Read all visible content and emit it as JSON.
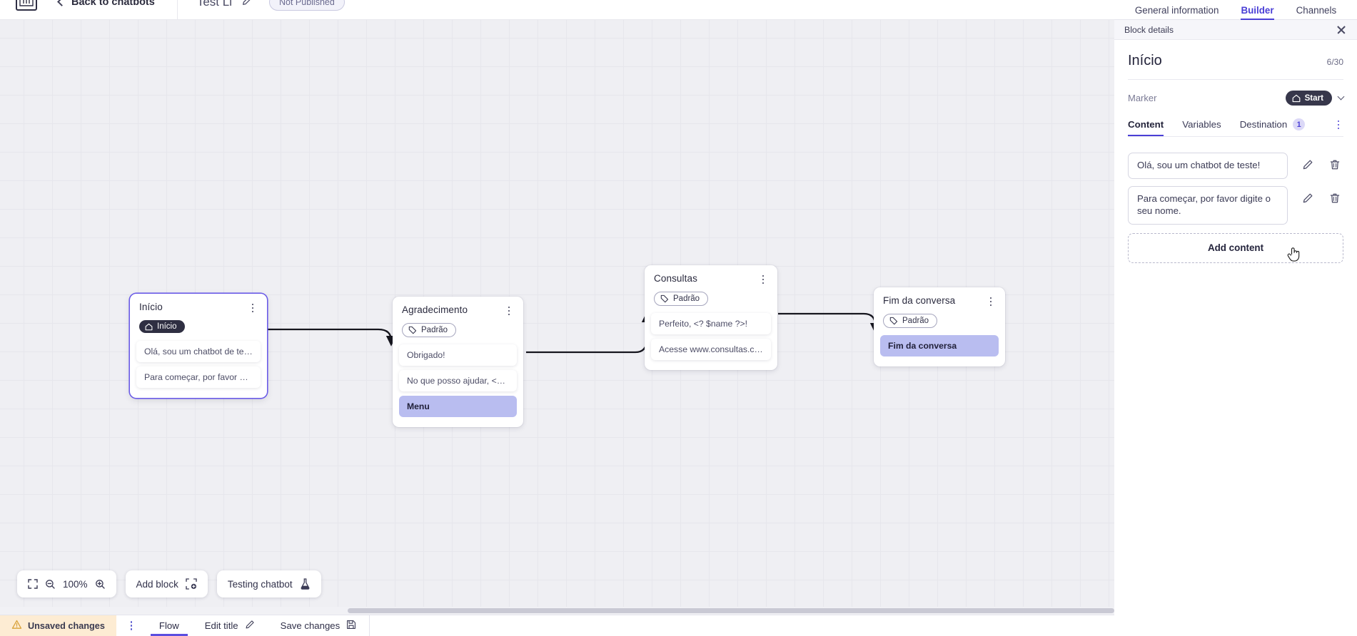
{
  "topbar": {
    "logo": "chatbot-logo",
    "back_label": "Back to chatbots",
    "bot_title": "Test Li",
    "edit_icon": "pencil-icon",
    "status_badge": "Not Published"
  },
  "canvas": {
    "zoom_level": "100%",
    "fit_icon": "fit-screen-icon",
    "zoom_out_icon": "zoom-out-icon",
    "zoom_in_icon": "zoom-in-icon",
    "add_block_label": "Add block",
    "add_block_icon": "add-block-icon",
    "testing_label": "Testing chatbot",
    "testing_icon": "flask-icon",
    "nodes": [
      {
        "id": "inicio",
        "title": "Início",
        "tag": "Início",
        "tag_type": "start",
        "selected": true,
        "messages": [
          {
            "text": "Olá, sou um chatbot de teste!",
            "highlight": false
          },
          {
            "text": "Para começar, por favor digite o ...",
            "highlight": false
          }
        ]
      },
      {
        "id": "agradecimento",
        "title": "Agradecimento",
        "tag": "Padrão",
        "tag_type": "default",
        "selected": false,
        "messages": [
          {
            "text": "Obrigado!",
            "highlight": false
          },
          {
            "text": "No que posso ajudar, <? $name ...",
            "highlight": false
          },
          {
            "text": "Menu",
            "highlight": true
          }
        ]
      },
      {
        "id": "consultas",
        "title": "Consultas",
        "tag": "Padrão",
        "tag_type": "default",
        "selected": false,
        "messages": [
          {
            "text": "Perfeito, <? $name ?>!",
            "highlight": false
          },
          {
            "text": "Acesse www.consultas.com par...",
            "highlight": false
          }
        ]
      },
      {
        "id": "fim",
        "title": "Fim da conversa",
        "tag": "Padrão",
        "tag_type": "default",
        "selected": false,
        "messages": [
          {
            "text": "Fim da conversa",
            "highlight": true
          }
        ]
      }
    ]
  },
  "statusbar": {
    "unsaved_label": "Unsaved changes",
    "warning_icon": "warning-triangle-icon",
    "kebab_icon": "kebab-menu-icon",
    "flow_label": "Flow",
    "edit_title_label": "Edit title",
    "edit_title_icon": "pencil-icon",
    "save_label": "Save changes",
    "save_icon": "floppy-disk-icon"
  },
  "right_panel": {
    "tabs": [
      {
        "label": "General information",
        "active": false
      },
      {
        "label": "Builder",
        "active": true
      },
      {
        "label": "Channels",
        "active": false
      }
    ],
    "block_details_label": "Block details",
    "close_icon": "close-icon",
    "block_title": "Início",
    "block_count": "6/30",
    "marker_label": "Marker",
    "marker_value": "Start",
    "marker_icon": "home-icon",
    "marker_chevron": "chevron-down-icon",
    "sub_tabs": [
      {
        "label": "Content",
        "active": true,
        "badge": null
      },
      {
        "label": "Variables",
        "active": false,
        "badge": null
      },
      {
        "label": "Destination",
        "active": false,
        "badge": "1"
      }
    ],
    "overflow_icon": "kebab-menu-icon",
    "content_items": [
      {
        "value": "Olá, sou um chatbot de teste!",
        "edit_icon": "pencil-icon",
        "delete_icon": "trash-icon"
      },
      {
        "value": "Para começar, por favor digite o seu nome.",
        "edit_icon": "pencil-icon",
        "delete_icon": "trash-icon"
      }
    ],
    "add_content_label": "Add content"
  },
  "colors": {
    "accent": "#4a3fd6",
    "node_selected_border": "#6b5ce7",
    "highlight_msg_bg": "#b9bdf0",
    "warning_bg": "#fdecd3",
    "canvas_bg": "#efeff3",
    "dark_pill": "#37374b"
  }
}
